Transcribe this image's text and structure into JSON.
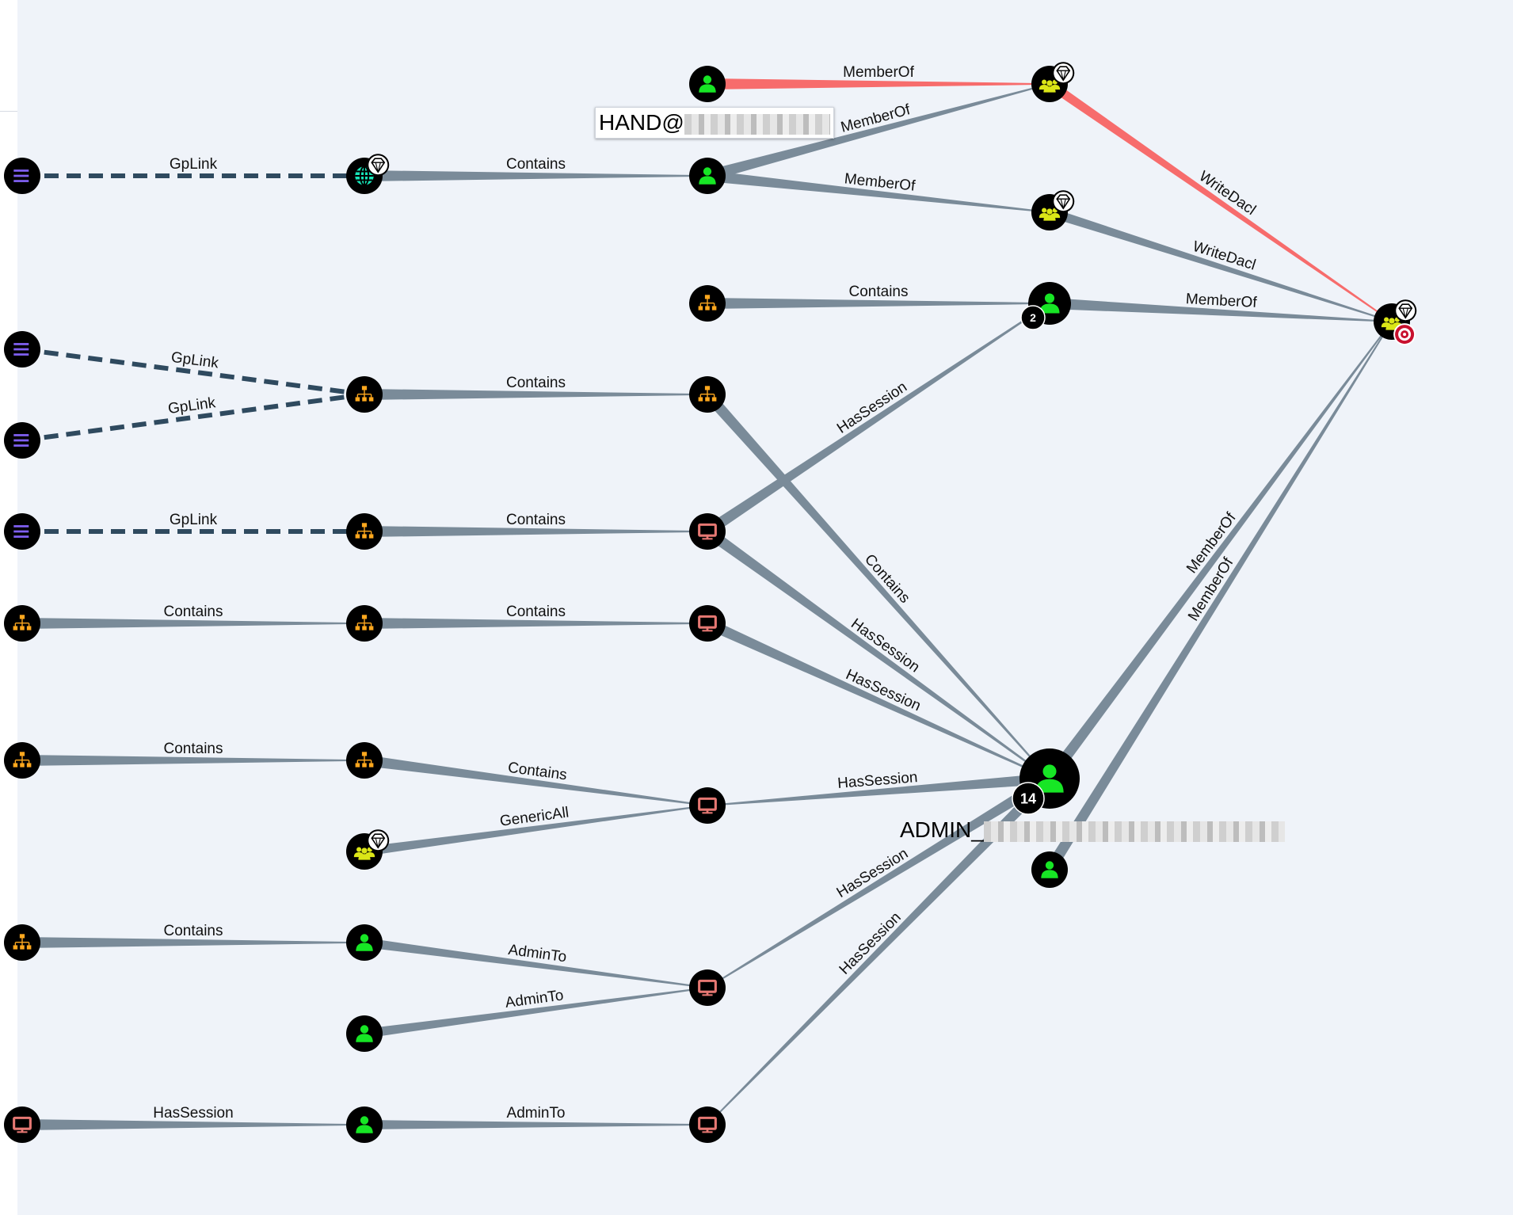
{
  "graph": {
    "nodes": [
      {
        "id": "gpo1",
        "type": "gpo",
        "icon": "gpo-icon"
      },
      {
        "id": "gpo2",
        "type": "gpo",
        "icon": "gpo-icon"
      },
      {
        "id": "gpo3",
        "type": "gpo",
        "icon": "gpo-icon"
      },
      {
        "id": "gpo4",
        "type": "gpo",
        "icon": "gpo-icon"
      },
      {
        "id": "ouL1",
        "type": "ou",
        "icon": "ou-icon"
      },
      {
        "id": "ouL2",
        "type": "ou",
        "icon": "ou-icon"
      },
      {
        "id": "ouL3",
        "type": "ou",
        "icon": "ou-icon"
      },
      {
        "id": "compL",
        "type": "computer",
        "icon": "computer-icon"
      },
      {
        "id": "domain",
        "type": "domain",
        "icon": "globe-icon",
        "highvalue": true
      },
      {
        "id": "ouA",
        "type": "ou",
        "icon": "ou-icon"
      },
      {
        "id": "ouB",
        "type": "ou",
        "icon": "ou-icon"
      },
      {
        "id": "ouC",
        "type": "ou",
        "icon": "ou-icon"
      },
      {
        "id": "ouD",
        "type": "ou",
        "icon": "ou-icon"
      },
      {
        "id": "grpM",
        "type": "group",
        "icon": "group-icon",
        "highvalue": true
      },
      {
        "id": "usrA",
        "type": "user",
        "icon": "user-icon"
      },
      {
        "id": "usrB",
        "type": "user",
        "icon": "user-icon"
      },
      {
        "id": "usrC",
        "type": "user",
        "icon": "user-icon"
      },
      {
        "id": "usrTop",
        "type": "user",
        "icon": "user-icon"
      },
      {
        "id": "usrHand",
        "type": "user",
        "icon": "user-icon",
        "label": "HAND@"
      },
      {
        "id": "ouE",
        "type": "ou",
        "icon": "ou-icon"
      },
      {
        "id": "ouF",
        "type": "ou",
        "icon": "ou-icon"
      },
      {
        "id": "comp1",
        "type": "computer",
        "icon": "computer-icon"
      },
      {
        "id": "comp2",
        "type": "computer",
        "icon": "computer-icon"
      },
      {
        "id": "comp3",
        "type": "computer",
        "icon": "computer-icon"
      },
      {
        "id": "comp4",
        "type": "computer",
        "icon": "computer-icon"
      },
      {
        "id": "comp5",
        "type": "computer",
        "icon": "computer-icon"
      },
      {
        "id": "grpA",
        "type": "group",
        "icon": "group-icon",
        "highvalue": true
      },
      {
        "id": "grpB",
        "type": "group",
        "icon": "group-icon",
        "highvalue": true
      },
      {
        "id": "usr2",
        "type": "user",
        "icon": "user-icon",
        "badge": "2"
      },
      {
        "id": "admin",
        "type": "user",
        "icon": "user-icon",
        "badge": "14",
        "label": "ADMIN_",
        "big": true
      },
      {
        "id": "usrSmall",
        "type": "user",
        "icon": "user-icon"
      },
      {
        "id": "target",
        "type": "group",
        "icon": "group-icon",
        "highvalue": true,
        "target": true
      }
    ],
    "edges": [
      {
        "from": "gpo1",
        "to": "domain",
        "label": "GpLink",
        "style": "dashed"
      },
      {
        "from": "gpo2",
        "to": "ouA",
        "label": "GpLink",
        "style": "dashed"
      },
      {
        "from": "gpo3",
        "to": "ouA",
        "label": "GpLink",
        "style": "dashed"
      },
      {
        "from": "gpo4",
        "to": "ouB",
        "label": "GpLink",
        "style": "dashed"
      },
      {
        "from": "ouL1",
        "to": "ouC",
        "label": "Contains"
      },
      {
        "from": "ouL2",
        "to": "ouD",
        "label": "Contains"
      },
      {
        "from": "ouL3",
        "to": "usrA",
        "label": "Contains"
      },
      {
        "from": "compL",
        "to": "usrC",
        "label": "HasSession"
      },
      {
        "from": "domain",
        "to": "usrHand",
        "label": "Contains"
      },
      {
        "from": "ouA",
        "to": "ouF",
        "label": "Contains"
      },
      {
        "from": "ouB",
        "to": "comp1",
        "label": "Contains"
      },
      {
        "from": "ouC",
        "to": "comp2",
        "label": "Contains"
      },
      {
        "from": "ouD",
        "to": "comp3",
        "label": "Contains"
      },
      {
        "from": "grpM",
        "to": "comp3",
        "label": "GenericAll"
      },
      {
        "from": "usrA",
        "to": "comp4",
        "label": "AdminTo"
      },
      {
        "from": "usrB",
        "to": "comp4",
        "label": "AdminTo"
      },
      {
        "from": "usrC",
        "to": "comp5",
        "label": "AdminTo"
      },
      {
        "from": "usrTop",
        "to": "grpA",
        "label": "MemberOf",
        "style": "path"
      },
      {
        "from": "usrHand",
        "to": "grpA",
        "label": "MemberOf"
      },
      {
        "from": "usrHand",
        "to": "grpB",
        "label": "MemberOf"
      },
      {
        "from": "ouE",
        "to": "usr2",
        "label": "Contains"
      },
      {
        "from": "ouF",
        "to": "admin",
        "label": "Contains"
      },
      {
        "from": "comp1",
        "to": "usr2",
        "label": "HasSession"
      },
      {
        "from": "comp1",
        "to": "admin",
        "label": "HasSession"
      },
      {
        "from": "comp2",
        "to": "admin",
        "label": "HasSession"
      },
      {
        "from": "admin",
        "to": "comp3",
        "label": "HasSession"
      },
      {
        "from": "admin",
        "to": "comp4",
        "label": "HasSession"
      },
      {
        "from": "admin",
        "to": "comp5",
        "label": "HasSession"
      },
      {
        "from": "grpA",
        "to": "target",
        "label": "WriteDacl",
        "style": "path"
      },
      {
        "from": "grpB",
        "to": "target",
        "label": "WriteDacl"
      },
      {
        "from": "usr2",
        "to": "target",
        "label": "MemberOf"
      },
      {
        "from": "admin",
        "to": "target",
        "label": "MemberOf"
      },
      {
        "from": "usrSmall",
        "to": "target",
        "label": "MemberOf"
      }
    ]
  },
  "colors": {
    "background": "#eff3f9",
    "edge": "#7a8b99",
    "path_edge": "#f76c6c",
    "gpo_edge": "#2f4a5f",
    "node_bg": "#000000",
    "user": "#17e625",
    "group": "#dbe617",
    "ou": "#ffa81e",
    "computer": "#e67873",
    "domain": "#17e6b9",
    "gpo": "#7f5ff0",
    "target_ring": "#c8102e"
  }
}
